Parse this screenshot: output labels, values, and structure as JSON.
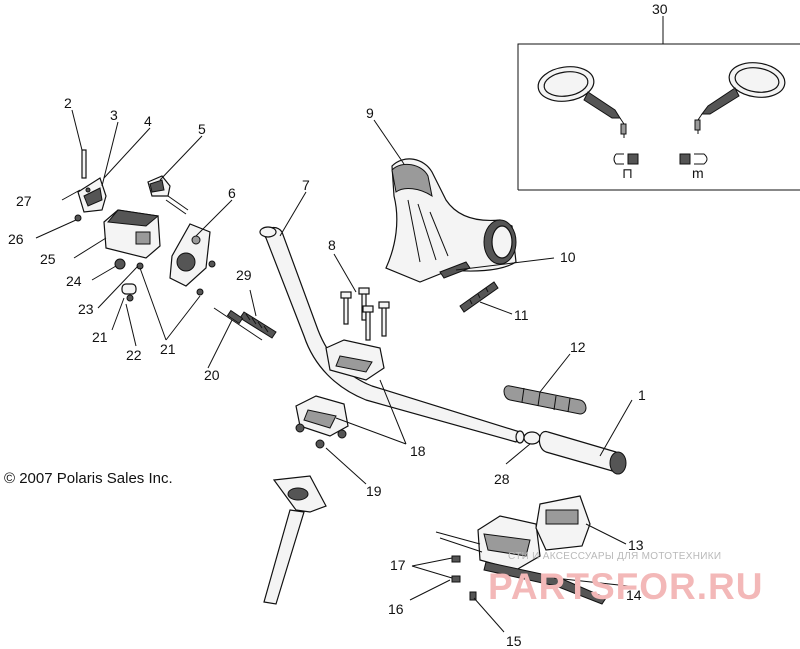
{
  "copyright": "© 2007 Polaris Sales Inc.",
  "watermark": {
    "tagline": "СТИ И АКСЕССУАРЫ ДЛЯ МОТОТЕХНИКИ",
    "logo": "PARTSFOR.RU"
  },
  "inset": {
    "left_mark": "⊓",
    "right_mark": "m"
  },
  "callouts": {
    "c1": "1",
    "c2": "2",
    "c3": "3",
    "c4": "4",
    "c5": "5",
    "c6": "6",
    "c7": "7",
    "c8": "8",
    "c9": "9",
    "c10": "10",
    "c11": "11",
    "c12": "12",
    "c13": "13",
    "c14": "14",
    "c15": "15",
    "c16": "16",
    "c17": "17",
    "c18": "18",
    "c19": "19",
    "c20": "20",
    "c21a": "21",
    "c21b": "21",
    "c22": "22",
    "c23": "23",
    "c24": "24",
    "c25": "25",
    "c26": "26",
    "c27": "27",
    "c28": "28",
    "c29": "29",
    "c30": "30"
  }
}
